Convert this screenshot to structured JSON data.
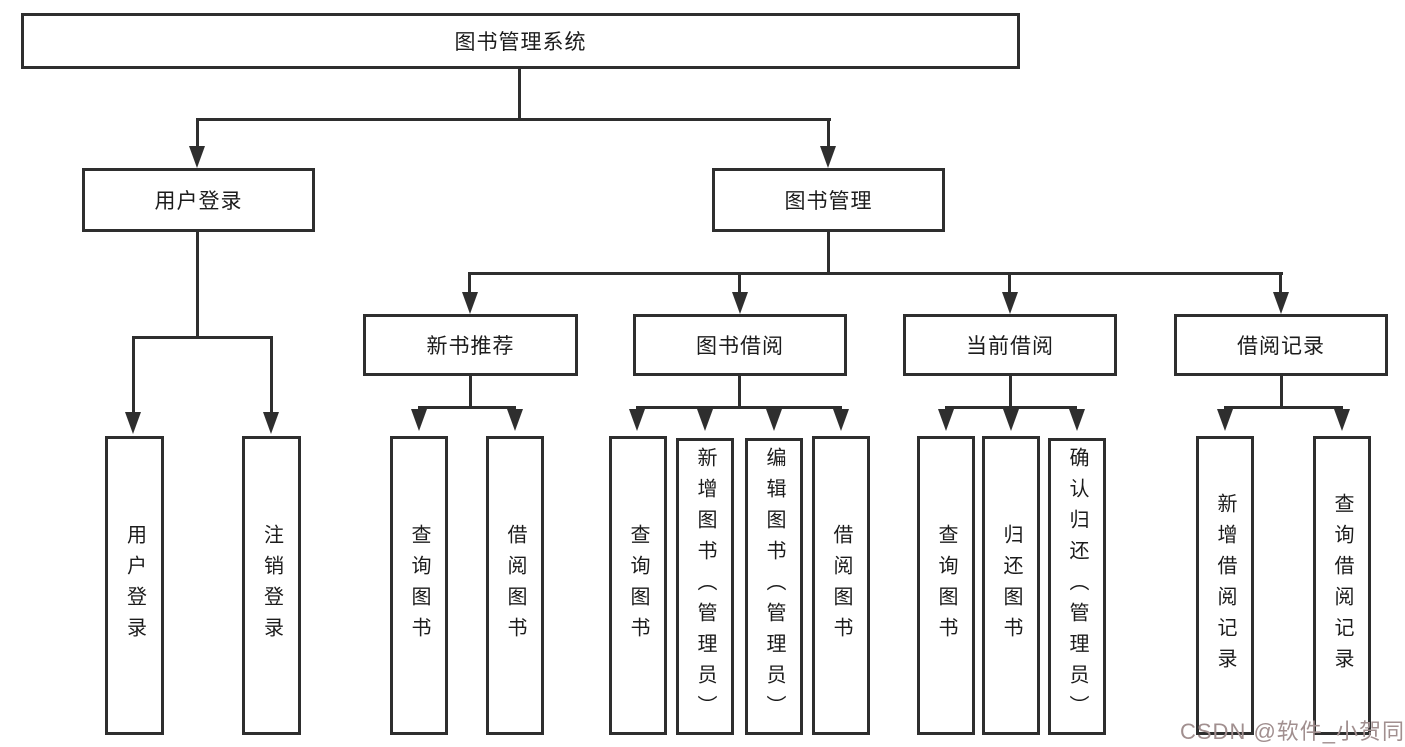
{
  "colors": {
    "line": "#2e2e2e",
    "box_border": "#2e2e2e",
    "text": "#1c1c1c",
    "watermark": "#a18f8f",
    "background": "#ffffff"
  },
  "tree": {
    "root": {
      "label": "图书管理系统"
    },
    "branches": [
      {
        "label": "用户登录",
        "children": [
          {
            "label": "用户登录"
          },
          {
            "label": "注销登录"
          }
        ]
      },
      {
        "label": "图书管理",
        "children": [
          {
            "label": "新书推荐",
            "children": [
              {
                "label": "查询图书"
              },
              {
                "label": "借阅图书"
              }
            ]
          },
          {
            "label": "图书借阅",
            "children": [
              {
                "label": "查询图书"
              },
              {
                "label": "新增图书（管理员）"
              },
              {
                "label": "编辑图书（管理员）"
              },
              {
                "label": "借阅图书"
              }
            ]
          },
          {
            "label": "当前借阅",
            "children": [
              {
                "label": "查询图书"
              },
              {
                "label": "归还图书"
              },
              {
                "label": "确认归还（管理员）"
              }
            ]
          },
          {
            "label": "借阅记录",
            "children": [
              {
                "label": "新增借阅记录"
              },
              {
                "label": "查询借阅记录"
              }
            ]
          }
        ]
      }
    ]
  },
  "watermark": {
    "text": "CSDN @软件_小贺同学"
  }
}
